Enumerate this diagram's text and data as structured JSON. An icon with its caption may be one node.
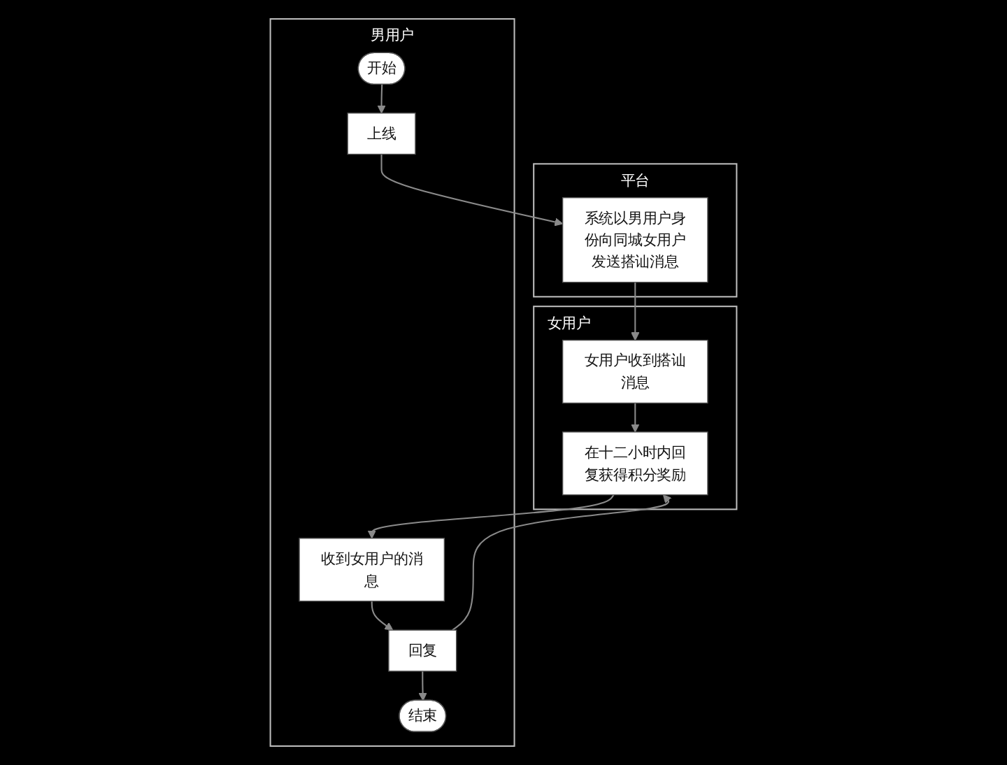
{
  "diagram": {
    "nodes": [
      {
        "text": [
          "男用户"
        ]
      },
      {
        "text": [
          "平台"
        ]
      },
      {
        "text": [
          "女用户"
        ]
      },
      {
        "text": [
          "开始"
        ],
        "in": 0
      },
      {
        "text": [
          "上线"
        ],
        "in": 0
      },
      {
        "text": [
          "系统以男用户身份向同城女用户发送搭讪消息"
        ],
        "in": 1
      },
      {
        "text": [
          "女用户收到搭讪消息"
        ],
        "in": 2
      },
      {
        "text": [
          "在十二小时内回复获得积分奖励"
        ],
        "in": 2
      },
      {
        "text": [
          "收到女用户的消息"
        ],
        "in": 0
      },
      {
        "text": [
          "回复"
        ],
        "in": 0
      },
      {
        "text": [
          "结束"
        ],
        "in": 0
      }
    ],
    "edges": [
      {
        "from": 3,
        "to": 4,
        "arrow": "to"
      },
      {
        "from": 4,
        "to": 5,
        "arrow": "to"
      },
      {
        "from": 5,
        "to": 6,
        "arrow": "to"
      },
      {
        "from": 6,
        "to": 7,
        "arrow": "to"
      },
      {
        "from": 7,
        "to": 8,
        "arrow": "to"
      },
      {
        "from": 8,
        "to": 9,
        "arrow": "to"
      },
      {
        "from": 9,
        "to": 7,
        "arrow": "to"
      },
      {
        "from": 9,
        "to": 10,
        "arrow": "to"
      }
    ]
  }
}
